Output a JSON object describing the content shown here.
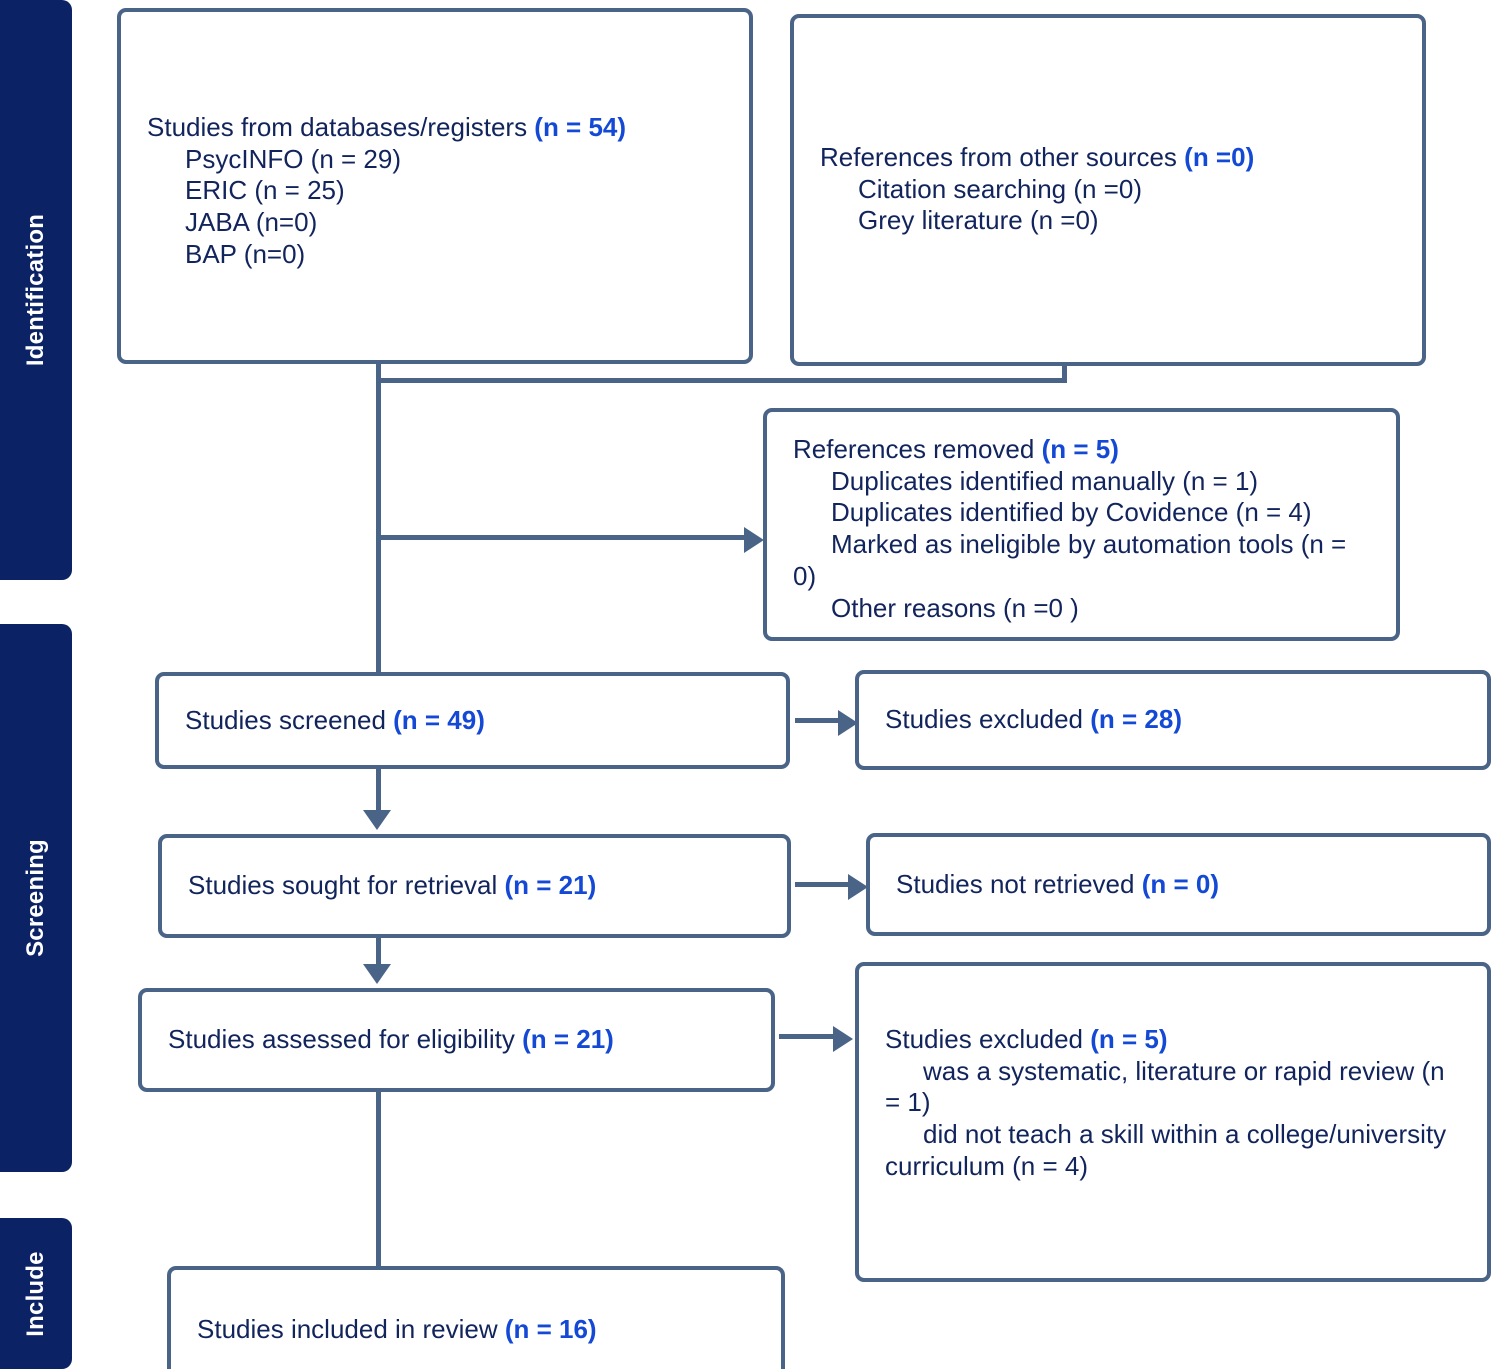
{
  "diagram": {
    "title": "PRISMA flow diagram",
    "colors": {
      "phase_bar": "#0b2265",
      "box_border": "#4a6488",
      "text": "#12245c",
      "count_accent": "#1449d6"
    }
  },
  "phases": [
    {
      "id": "identification",
      "label": "Identification"
    },
    {
      "id": "screening",
      "label": "Screening"
    },
    {
      "id": "include",
      "label": "Include"
    }
  ],
  "boxes": {
    "databases": {
      "heading": "Studies from databases/registers ",
      "count": "(n = 54)",
      "lines": [
        "PsycINFO (n = 29)",
        "ERIC (n = 25)",
        "JABA (n=0)",
        "BAP (n=0)"
      ]
    },
    "other_sources": {
      "heading": "References from other sources ",
      "count": "(n =0)",
      "lines": [
        "Citation searching (n =0)",
        "Grey literature (n =0)"
      ]
    },
    "refs_removed": {
      "heading": "References removed ",
      "count": "(n = 5)",
      "lines": [
        "Duplicates identified manually (n = 1)",
        "Duplicates identified by Covidence (n = 4)",
        "Marked as ineligible by automation tools (n =",
        "0)",
        "Other reasons (n =0 )"
      ]
    },
    "screened": {
      "heading": "Studies screened ",
      "count": "(n = 49)"
    },
    "excluded_28": {
      "heading": "Studies excluded ",
      "count": "(n = 28)"
    },
    "sought": {
      "heading": "Studies sought for retrieval ",
      "count": "(n = 21)"
    },
    "not_retrieved": {
      "heading": "Studies not retrieved ",
      "count": "(n = 0)"
    },
    "assessed": {
      "heading": "Studies assessed for eligibility ",
      "count": "(n = 21)"
    },
    "excluded_5": {
      "heading": "Studies excluded ",
      "count": "(n = 5)",
      "lines": [
        "was a systematic, literature or rapid review (n",
        "= 1)",
        "did not teach a skill within a college/university",
        "curriculum (n = 4)"
      ]
    },
    "included": {
      "heading": "Studies included in review ",
      "count": "(n = 16)"
    }
  },
  "chart_data": {
    "type": "diagram",
    "title": "PRISMA 2020 flow diagram",
    "nodes": [
      {
        "id": "databases",
        "label": "Studies from databases/registers",
        "n": 54,
        "breakdown": {
          "PsycINFO": 29,
          "ERIC": 25,
          "JABA": 0,
          "BAP": 0
        }
      },
      {
        "id": "other_sources",
        "label": "References from other sources",
        "n": 0,
        "breakdown": {
          "Citation searching": 0,
          "Grey literature": 0
        }
      },
      {
        "id": "refs_removed",
        "label": "References removed",
        "n": 5,
        "breakdown": {
          "Duplicates identified manually": 1,
          "Duplicates identified by Covidence": 4,
          "Marked as ineligible by automation tools": 0,
          "Other reasons": 0
        }
      },
      {
        "id": "screened",
        "label": "Studies screened",
        "n": 49
      },
      {
        "id": "excluded_28",
        "label": "Studies excluded",
        "n": 28
      },
      {
        "id": "sought",
        "label": "Studies sought for retrieval",
        "n": 21
      },
      {
        "id": "not_retrieved",
        "label": "Studies not retrieved",
        "n": 0
      },
      {
        "id": "assessed",
        "label": "Studies assessed for eligibility",
        "n": 21
      },
      {
        "id": "excluded_5",
        "label": "Studies excluded",
        "n": 5,
        "breakdown": {
          "was a systematic, literature or rapid review": 1,
          "did not teach a skill within a college/university curriculum": 4
        }
      },
      {
        "id": "included",
        "label": "Studies included in review",
        "n": 16
      }
    ],
    "edges": [
      {
        "from": "databases",
        "to": "screened"
      },
      {
        "from": "other_sources",
        "to": "screened"
      },
      {
        "from": "databases",
        "to": "refs_removed"
      },
      {
        "from": "screened",
        "to": "excluded_28"
      },
      {
        "from": "screened",
        "to": "sought"
      },
      {
        "from": "sought",
        "to": "not_retrieved"
      },
      {
        "from": "sought",
        "to": "assessed"
      },
      {
        "from": "assessed",
        "to": "excluded_5"
      },
      {
        "from": "assessed",
        "to": "included"
      }
    ],
    "phases": [
      "Identification",
      "Screening",
      "Include"
    ]
  }
}
